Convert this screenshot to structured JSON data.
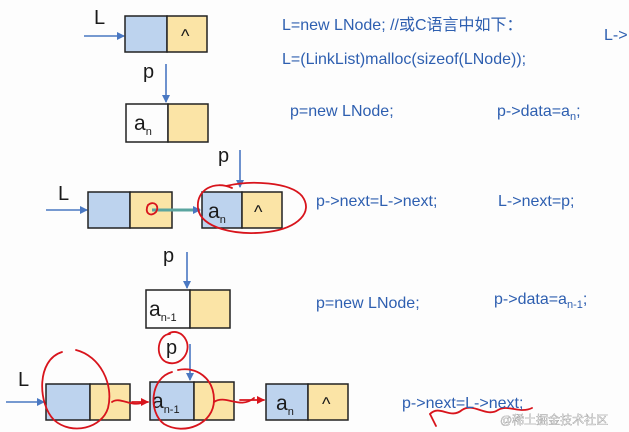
{
  "labels": {
    "L": "L",
    "p": "p",
    "caret": "^",
    "a_base": "a",
    "sub_n": "n",
    "sub_n1": "n-1"
  },
  "code": {
    "line1": "L=new LNode; //或C语言中如下：",
    "line1_right": "L->",
    "line2": "L=(LinkList)malloc(sizeof(LNode));",
    "line3": "p=new LNode;",
    "line3b_main": "p->data=a",
    "line3b_sub": "n",
    "line3b_end": ";",
    "line4": "p->next=L->next;",
    "line4b": "L->next=p;",
    "line5": "p=new LNode;",
    "line5b_main": "p->data=a",
    "line5b_sub": "n-1",
    "line5b_end": ";",
    "line6": "p->next=L->next;"
  },
  "watermark": "@稀土掘金技术社区",
  "colors": {
    "pointer_cell": "#bdd3ee",
    "next_cell": "#fbe4a6",
    "code_text": "#2e5fb0",
    "arrow": "#4a78c2",
    "annotation": "#d8141c"
  }
}
